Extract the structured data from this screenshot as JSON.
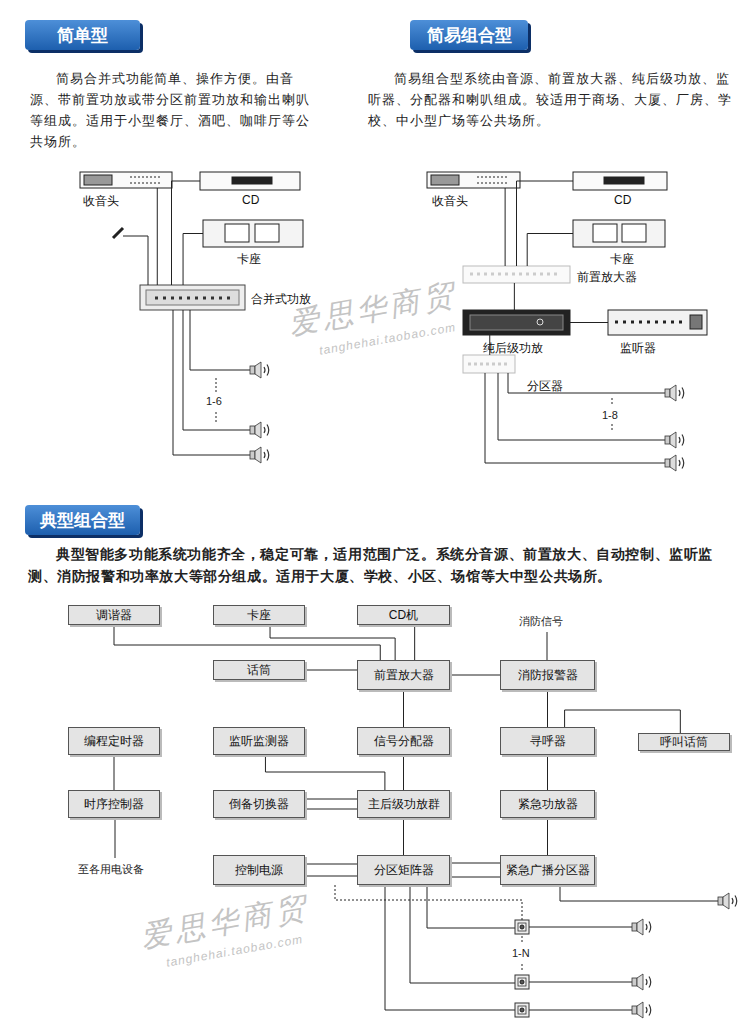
{
  "diagram": {
    "nodes": [
      {
        "text": [
          "简单型"
        ]
      },
      {
        "text": [
          "简易组合型"
        ]
      },
      {
        "text": [
          "典型组合型"
        ]
      },
      {
        "text": [
          "收音头"
        ]
      },
      {
        "text": [
          "CD"
        ]
      },
      {
        "text": [
          "卡座"
        ]
      },
      {
        "text": [
          "合并式功放"
        ]
      },
      {
        "text": [
          "收音头"
        ]
      },
      {
        "text": [
          "CD"
        ]
      },
      {
        "text": [
          "卡座"
        ]
      },
      {
        "text": [
          "前置放大器"
        ]
      },
      {
        "text": [
          "纯后级功放"
        ]
      },
      {
        "text": [
          "监听器"
        ]
      },
      {
        "text": [
          "分区器"
        ]
      },
      {
        "text": [
          "调谐器"
        ]
      },
      {
        "text": [
          "卡座"
        ]
      },
      {
        "text": [
          "CD机"
        ]
      },
      {
        "text": [
          "话筒"
        ]
      },
      {
        "text": [
          "前置放大器"
        ]
      },
      {
        "text": [
          "消防报警器"
        ]
      },
      {
        "text": [
          "编程定时器"
        ]
      },
      {
        "text": [
          "监听监测器"
        ]
      },
      {
        "text": [
          "信号分配器"
        ]
      },
      {
        "text": [
          "寻呼器"
        ]
      },
      {
        "text": [
          "呼叫话筒"
        ]
      },
      {
        "text": [
          "时序控制器"
        ]
      },
      {
        "text": [
          "倒备切换器"
        ]
      },
      {
        "text": [
          "主后级功放群"
        ]
      },
      {
        "text": [
          "紧急功放器"
        ]
      },
      {
        "text": [
          "控制电源"
        ]
      },
      {
        "text": [
          "分区矩阵器"
        ]
      },
      {
        "text": [
          "紧急广播分区器"
        ]
      }
    ],
    "edges": [
      {
        "from": 3,
        "to": 6,
        "arrow": "none"
      },
      {
        "from": 4,
        "to": 6,
        "arrow": "none"
      },
      {
        "from": 5,
        "to": 6,
        "arrow": "none"
      },
      {
        "from": 7,
        "to": 10,
        "arrow": "none"
      },
      {
        "from": 8,
        "to": 10,
        "arrow": "none"
      },
      {
        "from": 9,
        "to": 10,
        "arrow": "none"
      },
      {
        "from": 10,
        "to": 11,
        "arrow": "none"
      },
      {
        "from": 11,
        "to": 12,
        "arrow": "none"
      },
      {
        "from": 11,
        "to": 13,
        "arrow": "none"
      },
      {
        "from": 14,
        "to": 18,
        "arrow": "none"
      },
      {
        "from": 15,
        "to": 18,
        "arrow": "none"
      },
      {
        "from": 16,
        "to": 18,
        "arrow": "none"
      },
      {
        "from": 17,
        "to": 18,
        "arrow": "none"
      },
      {
        "from": 18,
        "to": 19,
        "arrow": "none"
      },
      {
        "from": 18,
        "to": 22,
        "arrow": "none"
      },
      {
        "from": 22,
        "to": 27,
        "arrow": "none"
      },
      {
        "from": 21,
        "to": 27,
        "arrow": "none"
      },
      {
        "from": 26,
        "to": 27,
        "arrow": "none"
      },
      {
        "from": 27,
        "to": 30,
        "arrow": "none"
      },
      {
        "from": 29,
        "to": 30,
        "arrow": "none"
      },
      {
        "from": 30,
        "to": 31,
        "arrow": "none"
      },
      {
        "from": 19,
        "to": 23,
        "arrow": "none"
      },
      {
        "from": 23,
        "to": 24,
        "arrow": "none"
      },
      {
        "from": 23,
        "to": 28,
        "arrow": "none"
      },
      {
        "from": 28,
        "to": 31,
        "arrow": "none"
      },
      {
        "from": 20,
        "to": 25,
        "arrow": "none"
      }
    ],
    "labels": [
      "简易合并式功能简单、操作方便。由音源、带前置功放或带分区前置功放和输出喇叭等组成。适用于小型餐厅、酒吧、咖啡厅等公共场所。",
      "简易组合型系统由音源、前置放大器、纯后级功放、监听器、分配器和喇叭组成。较适用于商场、大厦、厂房、学校、中小型广场等公共场所。",
      "1-6",
      "1-8",
      "爱思华商贸",
      "tanghehai.taobao.com",
      "典型智能多功能系统功能齐全，稳定可靠，适用范围广泛。系统分音源、前置放大、自动控制、监听监测、消防报警和功率放大等部分组成。适用于大厦、学校、小区、场馆等大中型公共场所。",
      "消防信号",
      "至各用电设备",
      "1-N",
      "爱思华商贸",
      "tanghehai.taobao.com"
    ]
  }
}
